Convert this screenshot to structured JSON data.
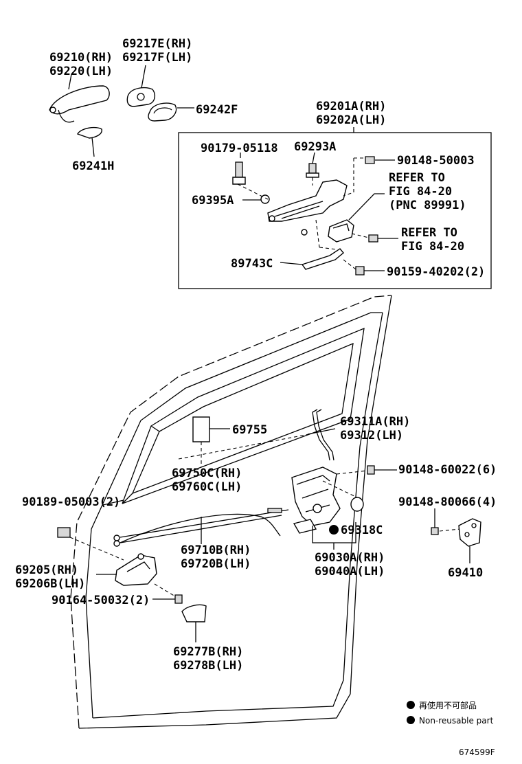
{
  "callouts": {
    "c69217e": "69217E(RH)",
    "c69217f": "69217F(LH)",
    "c69210": "69210(RH)",
    "c69220": "69220(LH)",
    "c69242f": "69242F",
    "c69241h": "69241H",
    "c69201a": "69201A(RH)",
    "c69202a": "69202A(LH)",
    "c90179": "90179-05118",
    "c69293a": "69293A",
    "c90148_50003": "90148-50003",
    "refer1_a": "REFER TO",
    "refer1_b": "FIG 84-20",
    "refer1_c": "(PNC 89991)",
    "c69395a": "69395A",
    "refer2_a": "REFER TO",
    "refer2_b": "FIG 84-20",
    "c89743c": "89743C",
    "c90159": "90159-40202(2)",
    "c69755": "69755",
    "c69311a": "69311A(RH)",
    "c69312": "69312(LH)",
    "c69750c": "69750C(RH)",
    "c69760c": "69760C(LH)",
    "c90148_60022": "90148-60022(6)",
    "c90189": "90189-05003(2)",
    "c90148_80066": "90148-80066(4)",
    "c69318c": "69318C",
    "c69710b": "69710B(RH)",
    "c69720b": "69720B(LH)",
    "c69030a": "69030A(RH)",
    "c69040a": "69040A(LH)",
    "c69205": "69205(RH)",
    "c69206b": "69206B(LH)",
    "c69410": "69410",
    "c90164": "90164-50032(2)",
    "c69277b": "69277B(RH)",
    "c69278b": "69278B(LH)"
  },
  "legend": {
    "jp": "再使用不可部品",
    "en": "Non-reusable part"
  },
  "figure_id": "674599F"
}
